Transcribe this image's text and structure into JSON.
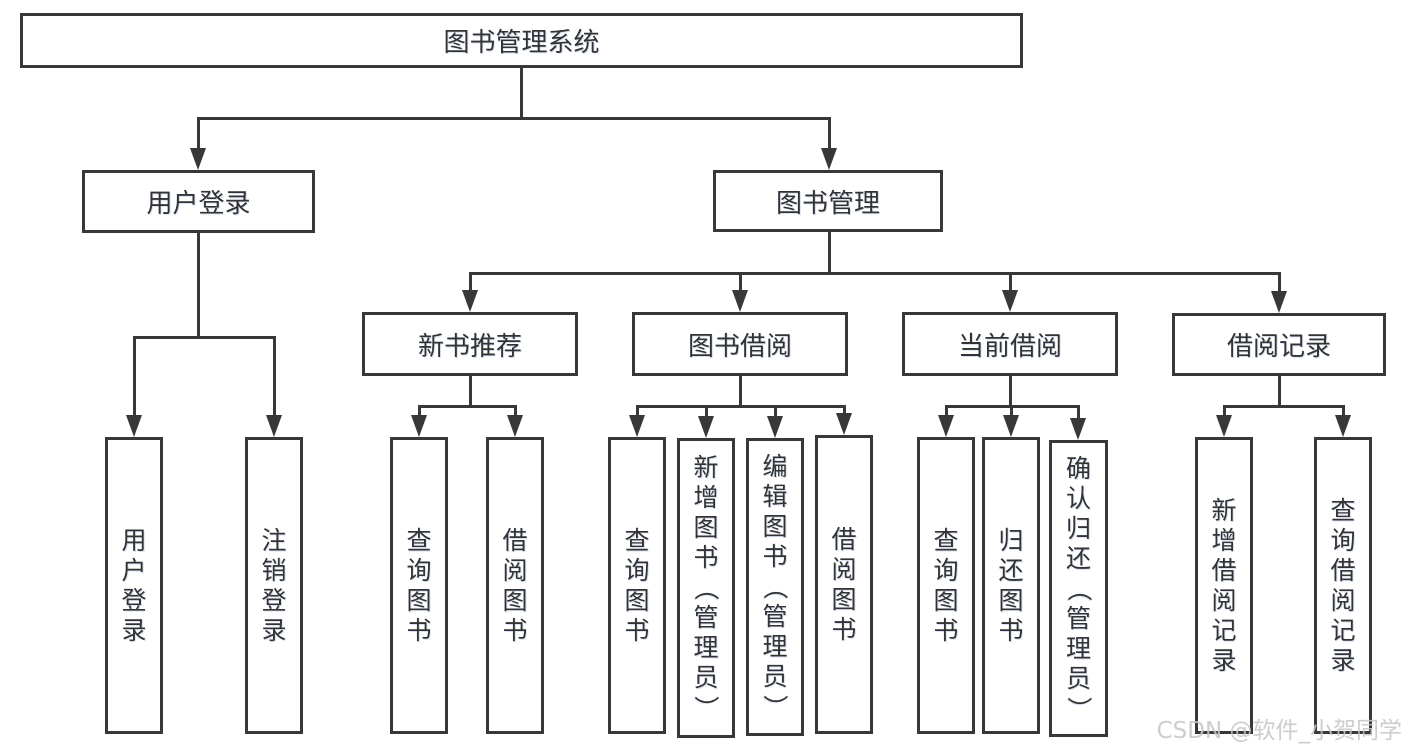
{
  "diagram": {
    "title": "图书管理系统",
    "watermark": "CSDN @软件_小贺同学",
    "colors": {
      "line": "#383838",
      "text": "#333333",
      "background": "#ffffff",
      "watermark": "#c6c6c6"
    },
    "nodes": [
      {
        "id": "root",
        "label": "图书管理系统",
        "level": 1,
        "parent": null
      },
      {
        "id": "user-login",
        "label": "用户登录",
        "level": 2,
        "parent": "root"
      },
      {
        "id": "book-mgmt",
        "label": "图书管理",
        "level": 2,
        "parent": "root"
      },
      {
        "id": "new-book-recommend",
        "label": "新书推荐",
        "level": 3,
        "parent": "book-mgmt"
      },
      {
        "id": "book-borrow",
        "label": "图书借阅",
        "level": 3,
        "parent": "book-mgmt"
      },
      {
        "id": "current-borrow",
        "label": "当前借阅",
        "level": 3,
        "parent": "book-mgmt"
      },
      {
        "id": "borrow-records",
        "label": "借阅记录",
        "level": 3,
        "parent": "book-mgmt"
      },
      {
        "id": "leaf-user-login",
        "label": "用户登录",
        "level": 4,
        "parent": "user-login"
      },
      {
        "id": "leaf-logout",
        "label": "注销登录",
        "level": 4,
        "parent": "user-login"
      },
      {
        "id": "leaf-nb-query",
        "label": "查询图书",
        "level": 4,
        "parent": "new-book-recommend"
      },
      {
        "id": "leaf-nb-borrow",
        "label": "借阅图书",
        "level": 4,
        "parent": "new-book-recommend"
      },
      {
        "id": "leaf-bb-query",
        "label": "查询图书",
        "level": 4,
        "parent": "book-borrow"
      },
      {
        "id": "leaf-bb-add",
        "label": "新增图书（管理员）",
        "level": 4,
        "parent": "book-borrow"
      },
      {
        "id": "leaf-bb-edit",
        "label": "编辑图书（管理员）",
        "level": 4,
        "parent": "book-borrow"
      },
      {
        "id": "leaf-bb-borrow",
        "label": "借阅图书",
        "level": 4,
        "parent": "book-borrow"
      },
      {
        "id": "leaf-cb-query",
        "label": "查询图书",
        "level": 4,
        "parent": "current-borrow"
      },
      {
        "id": "leaf-cb-return",
        "label": "归还图书",
        "level": 4,
        "parent": "current-borrow"
      },
      {
        "id": "leaf-cb-confirm",
        "label": "确认归还（管理员）",
        "level": 4,
        "parent": "current-borrow"
      },
      {
        "id": "leaf-br-add",
        "label": "新增借阅记录",
        "level": 4,
        "parent": "borrow-records"
      },
      {
        "id": "leaf-br-query",
        "label": "查询借阅记录",
        "level": 4,
        "parent": "borrow-records"
      }
    ]
  }
}
